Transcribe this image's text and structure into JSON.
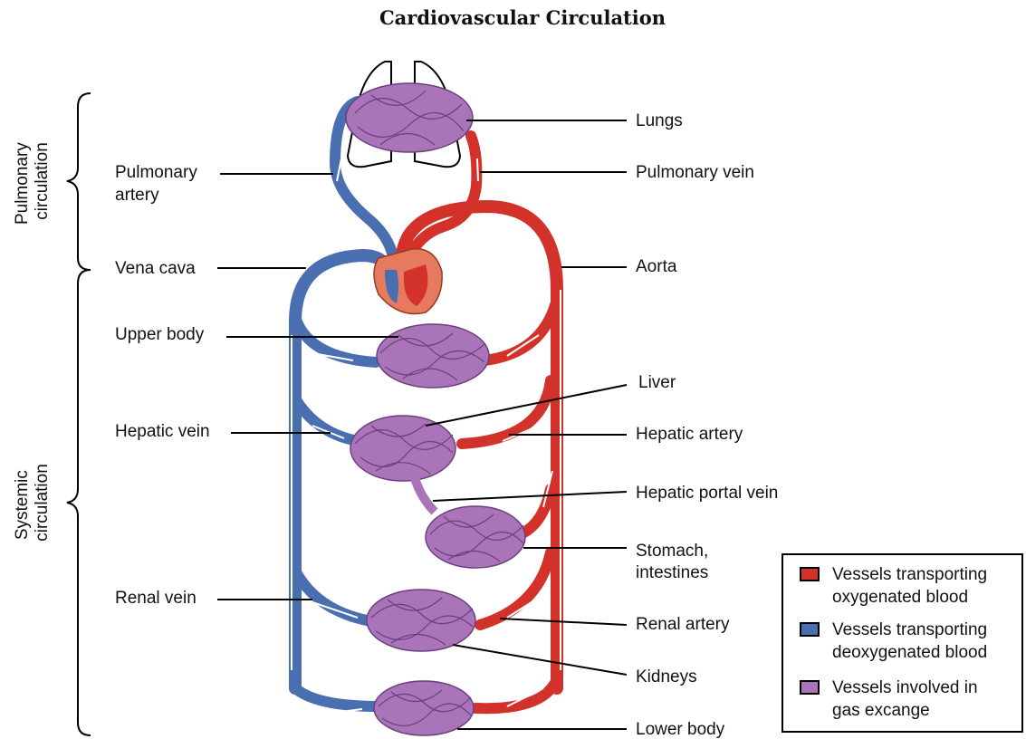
{
  "title": "Cardiovascular Circulation",
  "side_labels": {
    "pulmonary": [
      "Pulmonary",
      "circulation"
    ],
    "systemic": [
      "Systemic",
      "circulation"
    ]
  },
  "labels_left": {
    "pulmonary_artery": [
      "Pulmonary",
      "artery"
    ],
    "vena_cava": "Vena cava",
    "upper_body": "Upper body",
    "hepatic_vein": "Hepatic vein",
    "renal_vein": "Renal vein"
  },
  "labels_right": {
    "lungs": "Lungs",
    "pulmonary_vein": "Pulmonary vein",
    "aorta": "Aorta",
    "liver": "Liver",
    "hepatic_artery": "Hepatic artery",
    "hepatic_portal_vein": "Hepatic portal vein",
    "stomach_intestines": [
      "Stomach,",
      "intestines"
    ],
    "renal_artery": "Renal artery",
    "kidneys": "Kidneys",
    "lower_body": "Lower body"
  },
  "legend": {
    "items": [
      {
        "color": "#d2322a",
        "lines": [
          "Vessels transporting",
          "oxygenated blood"
        ]
      },
      {
        "color": "#4a6fb0",
        "lines": [
          "Vessels transporting",
          "deoxygenated blood"
        ]
      },
      {
        "color": "#a975b8",
        "lines": [
          "Vessels involved in",
          "gas excange"
        ]
      }
    ]
  },
  "colors": {
    "oxygenated": "#d2322a",
    "deoxygenated": "#4a6fb0",
    "exchange": "#a975b8"
  }
}
